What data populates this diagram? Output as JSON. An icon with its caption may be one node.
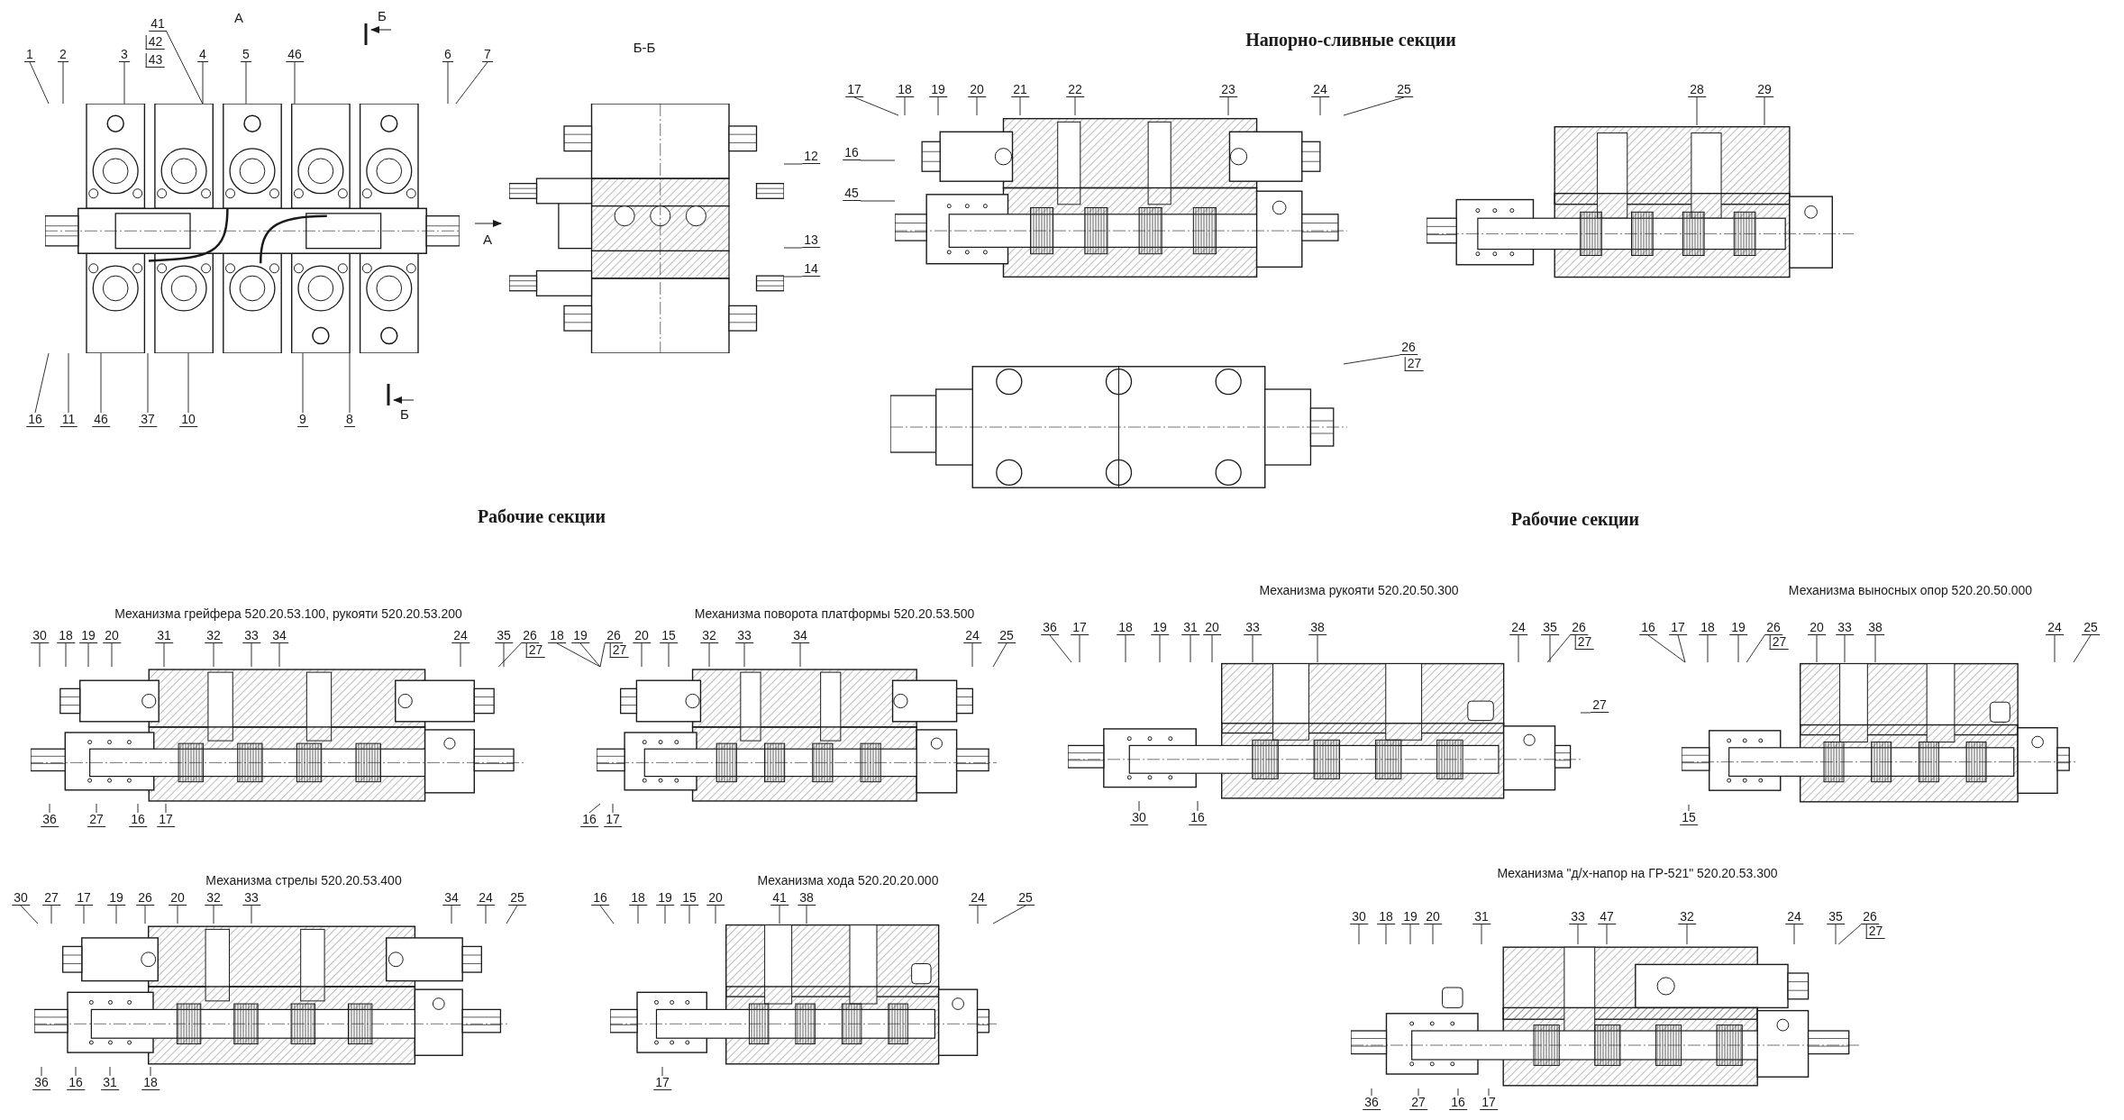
{
  "diagram": {
    "nodes": [
      {
        "text": [],
        "shape": "picture"
      },
      {
        "text": [
          "1"
        ]
      },
      {
        "text": [
          "2"
        ]
      },
      {
        "text": [
          "3"
        ]
      },
      {
        "text": [
          "41"
        ]
      },
      {
        "text": [
          "4"
        ]
      },
      {
        "text": [
          "5"
        ]
      },
      {
        "text": [
          "46"
        ]
      },
      {
        "text": [
          "6"
        ]
      },
      {
        "text": [
          "7"
        ]
      },
      {
        "text": [
          "16"
        ]
      },
      {
        "text": [
          "11"
        ]
      },
      {
        "text": [
          "46"
        ]
      },
      {
        "text": [
          "37"
        ]
      },
      {
        "text": [
          "10"
        ]
      },
      {
        "text": [
          "9"
        ]
      },
      {
        "text": [
          "8"
        ]
      },
      {
        "text": [],
        "shape": "picture"
      },
      {
        "text": [
          "12"
        ]
      },
      {
        "text": [
          "13"
        ]
      },
      {
        "text": [
          "14"
        ]
      },
      {
        "text": [],
        "shape": "picture"
      },
      {
        "text": [
          "17"
        ]
      },
      {
        "text": [
          "18"
        ]
      },
      {
        "text": [
          "19"
        ]
      },
      {
        "text": [
          "20"
        ]
      },
      {
        "text": [
          "21"
        ]
      },
      {
        "text": [
          "22"
        ]
      },
      {
        "text": [
          "23"
        ]
      },
      {
        "text": [
          "24"
        ]
      },
      {
        "text": [
          "25"
        ]
      },
      {
        "text": [
          "16"
        ]
      },
      {
        "text": [
          "45"
        ]
      },
      {
        "text": [],
        "shape": "picture"
      },
      {
        "text": [
          "28"
        ]
      },
      {
        "text": [
          "29"
        ]
      },
      {
        "text": [],
        "shape": "picture"
      },
      {
        "text": [
          "26"
        ]
      },
      {
        "text": [],
        "shape": "picture"
      },
      {
        "text": [
          "30"
        ]
      },
      {
        "text": [
          "18"
        ]
      },
      {
        "text": [
          "19"
        ]
      },
      {
        "text": [
          "20"
        ]
      },
      {
        "text": [
          "31"
        ]
      },
      {
        "text": [
          "32"
        ]
      },
      {
        "text": [
          "33"
        ]
      },
      {
        "text": [
          "34"
        ]
      },
      {
        "text": [
          "24"
        ]
      },
      {
        "text": [
          "35"
        ]
      },
      {
        "text": [
          "26"
        ]
      },
      {
        "text": [
          "36"
        ]
      },
      {
        "text": [
          "27"
        ]
      },
      {
        "text": [
          "16"
        ]
      },
      {
        "text": [
          "17"
        ]
      },
      {
        "text": [],
        "shape": "picture"
      },
      {
        "text": [
          "18"
        ]
      },
      {
        "text": [
          "19"
        ]
      },
      {
        "text": [
          "26"
        ]
      },
      {
        "text": [
          "20"
        ]
      },
      {
        "text": [
          "15"
        ]
      },
      {
        "text": [
          "32"
        ]
      },
      {
        "text": [
          "33"
        ]
      },
      {
        "text": [
          "34"
        ]
      },
      {
        "text": [
          "24"
        ]
      },
      {
        "text": [
          "25"
        ]
      },
      {
        "text": [
          "16"
        ]
      },
      {
        "text": [
          "17"
        ]
      },
      {
        "text": [],
        "shape": "picture"
      },
      {
        "text": [
          "36"
        ]
      },
      {
        "text": [
          "17"
        ]
      },
      {
        "text": [
          "18"
        ]
      },
      {
        "text": [
          "19"
        ]
      },
      {
        "text": [
          "31"
        ]
      },
      {
        "text": [
          "20"
        ]
      },
      {
        "text": [
          "33"
        ]
      },
      {
        "text": [
          "38"
        ]
      },
      {
        "text": [
          "24"
        ]
      },
      {
        "text": [
          "35"
        ]
      },
      {
        "text": [
          "26"
        ]
      },
      {
        "text": [
          "27"
        ]
      },
      {
        "text": [
          "30"
        ]
      },
      {
        "text": [
          "16"
        ]
      },
      {
        "text": [],
        "shape": "picture"
      },
      {
        "text": [
          "16"
        ]
      },
      {
        "text": [
          "17"
        ]
      },
      {
        "text": [
          "18"
        ]
      },
      {
        "text": [
          "19"
        ]
      },
      {
        "text": [
          "26"
        ]
      },
      {
        "text": [
          "20"
        ]
      },
      {
        "text": [
          "33"
        ]
      },
      {
        "text": [
          "38"
        ]
      },
      {
        "text": [
          "24"
        ]
      },
      {
        "text": [
          "25"
        ]
      },
      {
        "text": [
          "15"
        ]
      },
      {
        "text": [],
        "shape": "picture"
      },
      {
        "text": [
          "30"
        ]
      },
      {
        "text": [
          "27"
        ]
      },
      {
        "text": [
          "17"
        ]
      },
      {
        "text": [
          "19"
        ]
      },
      {
        "text": [
          "26"
        ]
      },
      {
        "text": [
          "20"
        ]
      },
      {
        "text": [
          "32"
        ]
      },
      {
        "text": [
          "33"
        ]
      },
      {
        "text": [
          "34"
        ]
      },
      {
        "text": [
          "24"
        ]
      },
      {
        "text": [
          "25"
        ]
      },
      {
        "text": [
          "36"
        ]
      },
      {
        "text": [
          "16"
        ]
      },
      {
        "text": [
          "31"
        ]
      },
      {
        "text": [
          "18"
        ]
      },
      {
        "text": [],
        "shape": "picture"
      },
      {
        "text": [
          "16"
        ]
      },
      {
        "text": [
          "18"
        ]
      },
      {
        "text": [
          "19"
        ]
      },
      {
        "text": [
          "15"
        ]
      },
      {
        "text": [
          "20"
        ]
      },
      {
        "text": [
          "41"
        ]
      },
      {
        "text": [
          "38"
        ]
      },
      {
        "text": [
          "24"
        ]
      },
      {
        "text": [
          "25"
        ]
      },
      {
        "text": [
          "17"
        ]
      },
      {
        "text": [],
        "shape": "picture"
      },
      {
        "text": [
          "30"
        ]
      },
      {
        "text": [
          "18"
        ]
      },
      {
        "text": [
          "19"
        ]
      },
      {
        "text": [
          "20"
        ]
      },
      {
        "text": [
          "31"
        ]
      },
      {
        "text": [
          "33"
        ]
      },
      {
        "text": [
          "47"
        ]
      },
      {
        "text": [
          "32"
        ]
      },
      {
        "text": [
          "24"
        ]
      },
      {
        "text": [
          "35"
        ]
      },
      {
        "text": [
          "26"
        ]
      },
      {
        "text": [
          "36"
        ]
      },
      {
        "text": [
          "27"
        ]
      },
      {
        "text": [
          "16"
        ]
      },
      {
        "text": [
          "17"
        ]
      }
    ],
    "edges": [
      {
        "from": 1,
        "to": 0,
        "arrow": "none"
      },
      {
        "from": 2,
        "to": 0,
        "arrow": "none"
      },
      {
        "from": 3,
        "to": 0,
        "arrow": "none"
      },
      {
        "from": 4,
        "to": 0,
        "arrow": "none"
      },
      {
        "from": 5,
        "to": 0,
        "arrow": "none"
      },
      {
        "from": 6,
        "to": 0,
        "arrow": "none"
      },
      {
        "from": 7,
        "to": 0,
        "arrow": "none"
      },
      {
        "from": 8,
        "to": 0,
        "arrow": "none"
      },
      {
        "from": 9,
        "to": 0,
        "arrow": "none"
      },
      {
        "from": 10,
        "to": 0,
        "arrow": "none"
      },
      {
        "from": 11,
        "to": 0,
        "arrow": "none"
      },
      {
        "from": 12,
        "to": 0,
        "arrow": "none"
      },
      {
        "from": 13,
        "to": 0,
        "arrow": "none"
      },
      {
        "from": 14,
        "to": 0,
        "arrow": "none"
      },
      {
        "from": 15,
        "to": 0,
        "arrow": "none"
      },
      {
        "from": 16,
        "to": 0,
        "arrow": "none"
      },
      {
        "from": 18,
        "to": 17,
        "arrow": "none"
      },
      {
        "from": 19,
        "to": 17,
        "arrow": "none"
      },
      {
        "from": 20,
        "to": 17,
        "arrow": "none"
      },
      {
        "from": 22,
        "to": 21,
        "arrow": "none"
      },
      {
        "from": 23,
        "to": 21,
        "arrow": "none"
      },
      {
        "from": 24,
        "to": 21,
        "arrow": "none"
      },
      {
        "from": 25,
        "to": 21,
        "arrow": "none"
      },
      {
        "from": 26,
        "to": 21,
        "arrow": "none"
      },
      {
        "from": 27,
        "to": 21,
        "arrow": "none"
      },
      {
        "from": 28,
        "to": 21,
        "arrow": "none"
      },
      {
        "from": 29,
        "to": 21,
        "arrow": "none"
      },
      {
        "from": 30,
        "to": 21,
        "arrow": "none"
      },
      {
        "from": 31,
        "to": 21,
        "arrow": "none"
      },
      {
        "from": 32,
        "to": 21,
        "arrow": "none"
      },
      {
        "from": 34,
        "to": 33,
        "arrow": "none"
      },
      {
        "from": 35,
        "to": 33,
        "arrow": "none"
      },
      {
        "from": 37,
        "to": 36,
        "arrow": "none"
      },
      {
        "from": 39,
        "to": 38,
        "arrow": "none"
      },
      {
        "from": 40,
        "to": 38,
        "arrow": "none"
      },
      {
        "from": 41,
        "to": 38,
        "arrow": "none"
      },
      {
        "from": 42,
        "to": 38,
        "arrow": "none"
      },
      {
        "from": 43,
        "to": 38,
        "arrow": "none"
      },
      {
        "from": 44,
        "to": 38,
        "arrow": "none"
      },
      {
        "from": 45,
        "to": 38,
        "arrow": "none"
      },
      {
        "from": 46,
        "to": 38,
        "arrow": "none"
      },
      {
        "from": 47,
        "to": 38,
        "arrow": "none"
      },
      {
        "from": 48,
        "to": 38,
        "arrow": "none"
      },
      {
        "from": 49,
        "to": 38,
        "arrow": "none"
      },
      {
        "from": 50,
        "to": 38,
        "arrow": "none"
      },
      {
        "from": 51,
        "to": 38,
        "arrow": "none"
      },
      {
        "from": 52,
        "to": 38,
        "arrow": "none"
      },
      {
        "from": 53,
        "to": 38,
        "arrow": "none"
      },
      {
        "from": 55,
        "to": 54,
        "arrow": "none"
      },
      {
        "from": 56,
        "to": 54,
        "arrow": "none"
      },
      {
        "from": 57,
        "to": 54,
        "arrow": "none"
      },
      {
        "from": 58,
        "to": 54,
        "arrow": "none"
      },
      {
        "from": 59,
        "to": 54,
        "arrow": "none"
      },
      {
        "from": 60,
        "to": 54,
        "arrow": "none"
      },
      {
        "from": 61,
        "to": 54,
        "arrow": "none"
      },
      {
        "from": 62,
        "to": 54,
        "arrow": "none"
      },
      {
        "from": 63,
        "to": 54,
        "arrow": "none"
      },
      {
        "from": 64,
        "to": 54,
        "arrow": "none"
      },
      {
        "from": 65,
        "to": 54,
        "arrow": "none"
      },
      {
        "from": 66,
        "to": 54,
        "arrow": "none"
      },
      {
        "from": 68,
        "to": 67,
        "arrow": "none"
      },
      {
        "from": 69,
        "to": 67,
        "arrow": "none"
      },
      {
        "from": 70,
        "to": 67,
        "arrow": "none"
      },
      {
        "from": 71,
        "to": 67,
        "arrow": "none"
      },
      {
        "from": 72,
        "to": 67,
        "arrow": "none"
      },
      {
        "from": 73,
        "to": 67,
        "arrow": "none"
      },
      {
        "from": 74,
        "to": 67,
        "arrow": "none"
      },
      {
        "from": 75,
        "to": 67,
        "arrow": "none"
      },
      {
        "from": 76,
        "to": 67,
        "arrow": "none"
      },
      {
        "from": 77,
        "to": 67,
        "arrow": "none"
      },
      {
        "from": 78,
        "to": 67,
        "arrow": "none"
      },
      {
        "from": 79,
        "to": 67,
        "arrow": "none"
      },
      {
        "from": 80,
        "to": 67,
        "arrow": "none"
      },
      {
        "from": 81,
        "to": 67,
        "arrow": "none"
      },
      {
        "from": 83,
        "to": 82,
        "arrow": "none"
      },
      {
        "from": 84,
        "to": 82,
        "arrow": "none"
      },
      {
        "from": 85,
        "to": 82,
        "arrow": "none"
      },
      {
        "from": 86,
        "to": 82,
        "arrow": "none"
      },
      {
        "from": 87,
        "to": 82,
        "arrow": "none"
      },
      {
        "from": 88,
        "to": 82,
        "arrow": "none"
      },
      {
        "from": 89,
        "to": 82,
        "arrow": "none"
      },
      {
        "from": 90,
        "to": 82,
        "arrow": "none"
      },
      {
        "from": 91,
        "to": 82,
        "arrow": "none"
      },
      {
        "from": 92,
        "to": 82,
        "arrow": "none"
      },
      {
        "from": 93,
        "to": 82,
        "arrow": "none"
      },
      {
        "from": 95,
        "to": 94,
        "arrow": "none"
      },
      {
        "from": 96,
        "to": 94,
        "arrow": "none"
      },
      {
        "from": 97,
        "to": 94,
        "arrow": "none"
      },
      {
        "from": 98,
        "to": 94,
        "arrow": "none"
      },
      {
        "from": 99,
        "to": 94,
        "arrow": "none"
      },
      {
        "from": 100,
        "to": 94,
        "arrow": "none"
      },
      {
        "from": 101,
        "to": 94,
        "arrow": "none"
      },
      {
        "from": 102,
        "to": 94,
        "arrow": "none"
      },
      {
        "from": 103,
        "to": 94,
        "arrow": "none"
      },
      {
        "from": 104,
        "to": 94,
        "arrow": "none"
      },
      {
        "from": 105,
        "to": 94,
        "arrow": "none"
      },
      {
        "from": 106,
        "to": 94,
        "arrow": "none"
      },
      {
        "from": 107,
        "to": 94,
        "arrow": "none"
      },
      {
        "from": 108,
        "to": 94,
        "arrow": "none"
      },
      {
        "from": 109,
        "to": 94,
        "arrow": "none"
      },
      {
        "from": 111,
        "to": 110,
        "arrow": "none"
      },
      {
        "from": 112,
        "to": 110,
        "arrow": "none"
      },
      {
        "from": 113,
        "to": 110,
        "arrow": "none"
      },
      {
        "from": 114,
        "to": 110,
        "arrow": "none"
      },
      {
        "from": 115,
        "to": 110,
        "arrow": "none"
      },
      {
        "from": 116,
        "to": 110,
        "arrow": "none"
      },
      {
        "from": 117,
        "to": 110,
        "arrow": "none"
      },
      {
        "from": 118,
        "to": 110,
        "arrow": "none"
      },
      {
        "from": 119,
        "to": 110,
        "arrow": "none"
      },
      {
        "from": 120,
        "to": 110,
        "arrow": "none"
      },
      {
        "from": 122,
        "to": 121,
        "arrow": "none"
      },
      {
        "from": 123,
        "to": 121,
        "arrow": "none"
      },
      {
        "from": 124,
        "to": 121,
        "arrow": "none"
      },
      {
        "from": 125,
        "to": 121,
        "arrow": "none"
      },
      {
        "from": 126,
        "to": 121,
        "arrow": "none"
      },
      {
        "from": 127,
        "to": 121,
        "arrow": "none"
      },
      {
        "from": 128,
        "to": 121,
        "arrow": "none"
      },
      {
        "from": 129,
        "to": 121,
        "arrow": "none"
      },
      {
        "from": 130,
        "to": 121,
        "arrow": "none"
      },
      {
        "from": 131,
        "to": 121,
        "arrow": "none"
      },
      {
        "from": 132,
        "to": 121,
        "arrow": "none"
      },
      {
        "from": 133,
        "to": 121,
        "arrow": "none"
      },
      {
        "from": 134,
        "to": 121,
        "arrow": "none"
      },
      {
        "from": 135,
        "to": 121,
        "arrow": "none"
      },
      {
        "from": 136,
        "to": 121,
        "arrow": "none"
      }
    ],
    "labels": [
      "А",
      "42",
      "43",
      "Б",
      "Б-Б",
      "Напорно-сливные секции",
      "А",
      "Б",
      "27",
      "Рабочие секции",
      "Рабочие секции",
      "Механизма рукояти 520.20.50.300",
      "Механизма выносных опор 520.20.50.000",
      "Механизма грейфера 520.20.53.100, рукояти 520.20.53.200",
      "Механизма поворота платформы 520.20.53.500",
      "27",
      "27",
      "27",
      "27",
      "Механизма стрелы 520.20.53.400",
      "Механизма хода 520.20.20.000",
      "Механизма \"д/х-напор на ГР-521\" 520.20.53.300",
      "27"
    ]
  }
}
